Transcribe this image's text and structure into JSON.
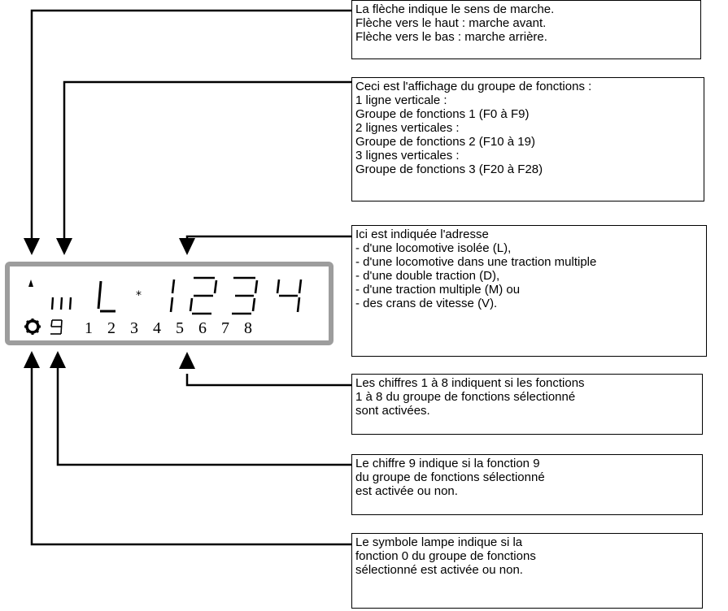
{
  "callouts": {
    "direction": {
      "lines": [
        "La flèche indique le sens de marche.",
        "Flèche vers le haut : marche avant.",
        "Flèche vers le bas : marche arrière."
      ]
    },
    "function_group": {
      "lines": [
        "Ceci est l'affichage du groupe de fonctions :",
        "1 ligne verticale :",
        "Groupe de fonctions 1 (F0 à F9)",
        "2 lignes verticales :",
        "Groupe de fonctions 2 (F10 à 19)",
        "3 lignes verticales :",
        "Groupe de fonctions 3 (F20 à F28)"
      ]
    },
    "address": {
      "lines": [
        "Ici est indiquée l'adresse",
        "- d'une locomotive isolée (L),",
        "- d'une locomotive dans une traction multiple",
        "- d'une double traction (D),",
        "- d'une traction multiple (M) ou",
        "- des crans de vitesse (V)."
      ]
    },
    "functions_1_8": {
      "lines": [
        "Les chiffres 1 à 8 indiquent si les fonctions",
        "1 à 8 du groupe de fonctions sélectionné",
        "sont activées."
      ]
    },
    "function_9": {
      "lines": [
        "Le chiffre 9 indique si la fonction 9",
        "du groupe de fonctions sélectionné",
        "est activée ou non."
      ]
    },
    "lamp": {
      "lines": [
        "Le symbole lampe indique si la",
        "fonction 0 du groupe de fonctions",
        "sélectionné est activée ou non."
      ]
    }
  },
  "display": {
    "mode_letter": "L",
    "address": "1234",
    "function_digit_9": "9",
    "function_numbers": [
      "1",
      "2",
      "3",
      "4",
      "5",
      "6",
      "7",
      "8"
    ],
    "border_color": "#9d9d9d",
    "icons": [
      "direction-arrow-icon",
      "function-group-bars-icon",
      "asterisk-icon",
      "lamp-icon"
    ]
  }
}
